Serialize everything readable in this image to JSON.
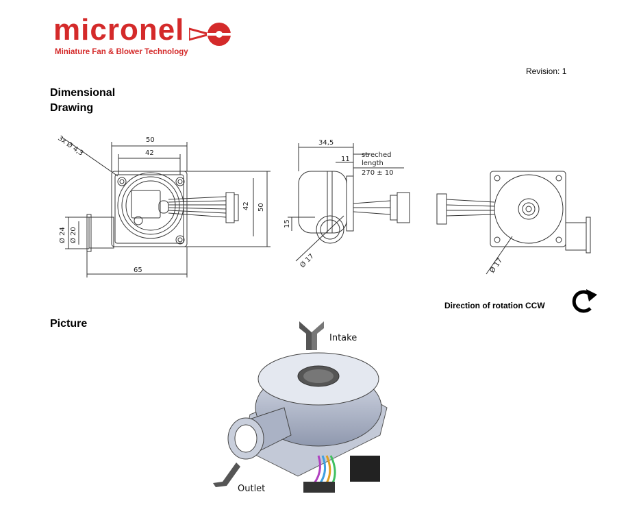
{
  "header": {
    "brand": "micronel",
    "tagline": "Miniature Fan & Blower Technology",
    "revision": "Revision: 1",
    "brand_color": "#d42a2a"
  },
  "sections": {
    "dimensional_line1": "Dimensional",
    "dimensional_line2": "Drawing",
    "picture": "Picture"
  },
  "drawing": {
    "dims": {
      "holes": "3x Ø 4,3",
      "width_outer": "50",
      "width_inner": "42",
      "height_inner": "42",
      "height_outer": "50",
      "outlet_outer": "Ø 24",
      "outlet_inner": "Ø 20",
      "length": "65",
      "side_depth": "34,5",
      "side_small": "11",
      "side_15": "15",
      "side_d17": "Ø 17",
      "cable_label_1": "streched",
      "cable_label_2": "length",
      "cable_length": "270 ± 10",
      "rear_d17": "Ø 17"
    }
  },
  "rotation": {
    "label": "Direction of rotation CCW",
    "icon": "ccw-arrow-icon"
  },
  "picture": {
    "intake": "Intake",
    "outlet": "Outlet"
  }
}
